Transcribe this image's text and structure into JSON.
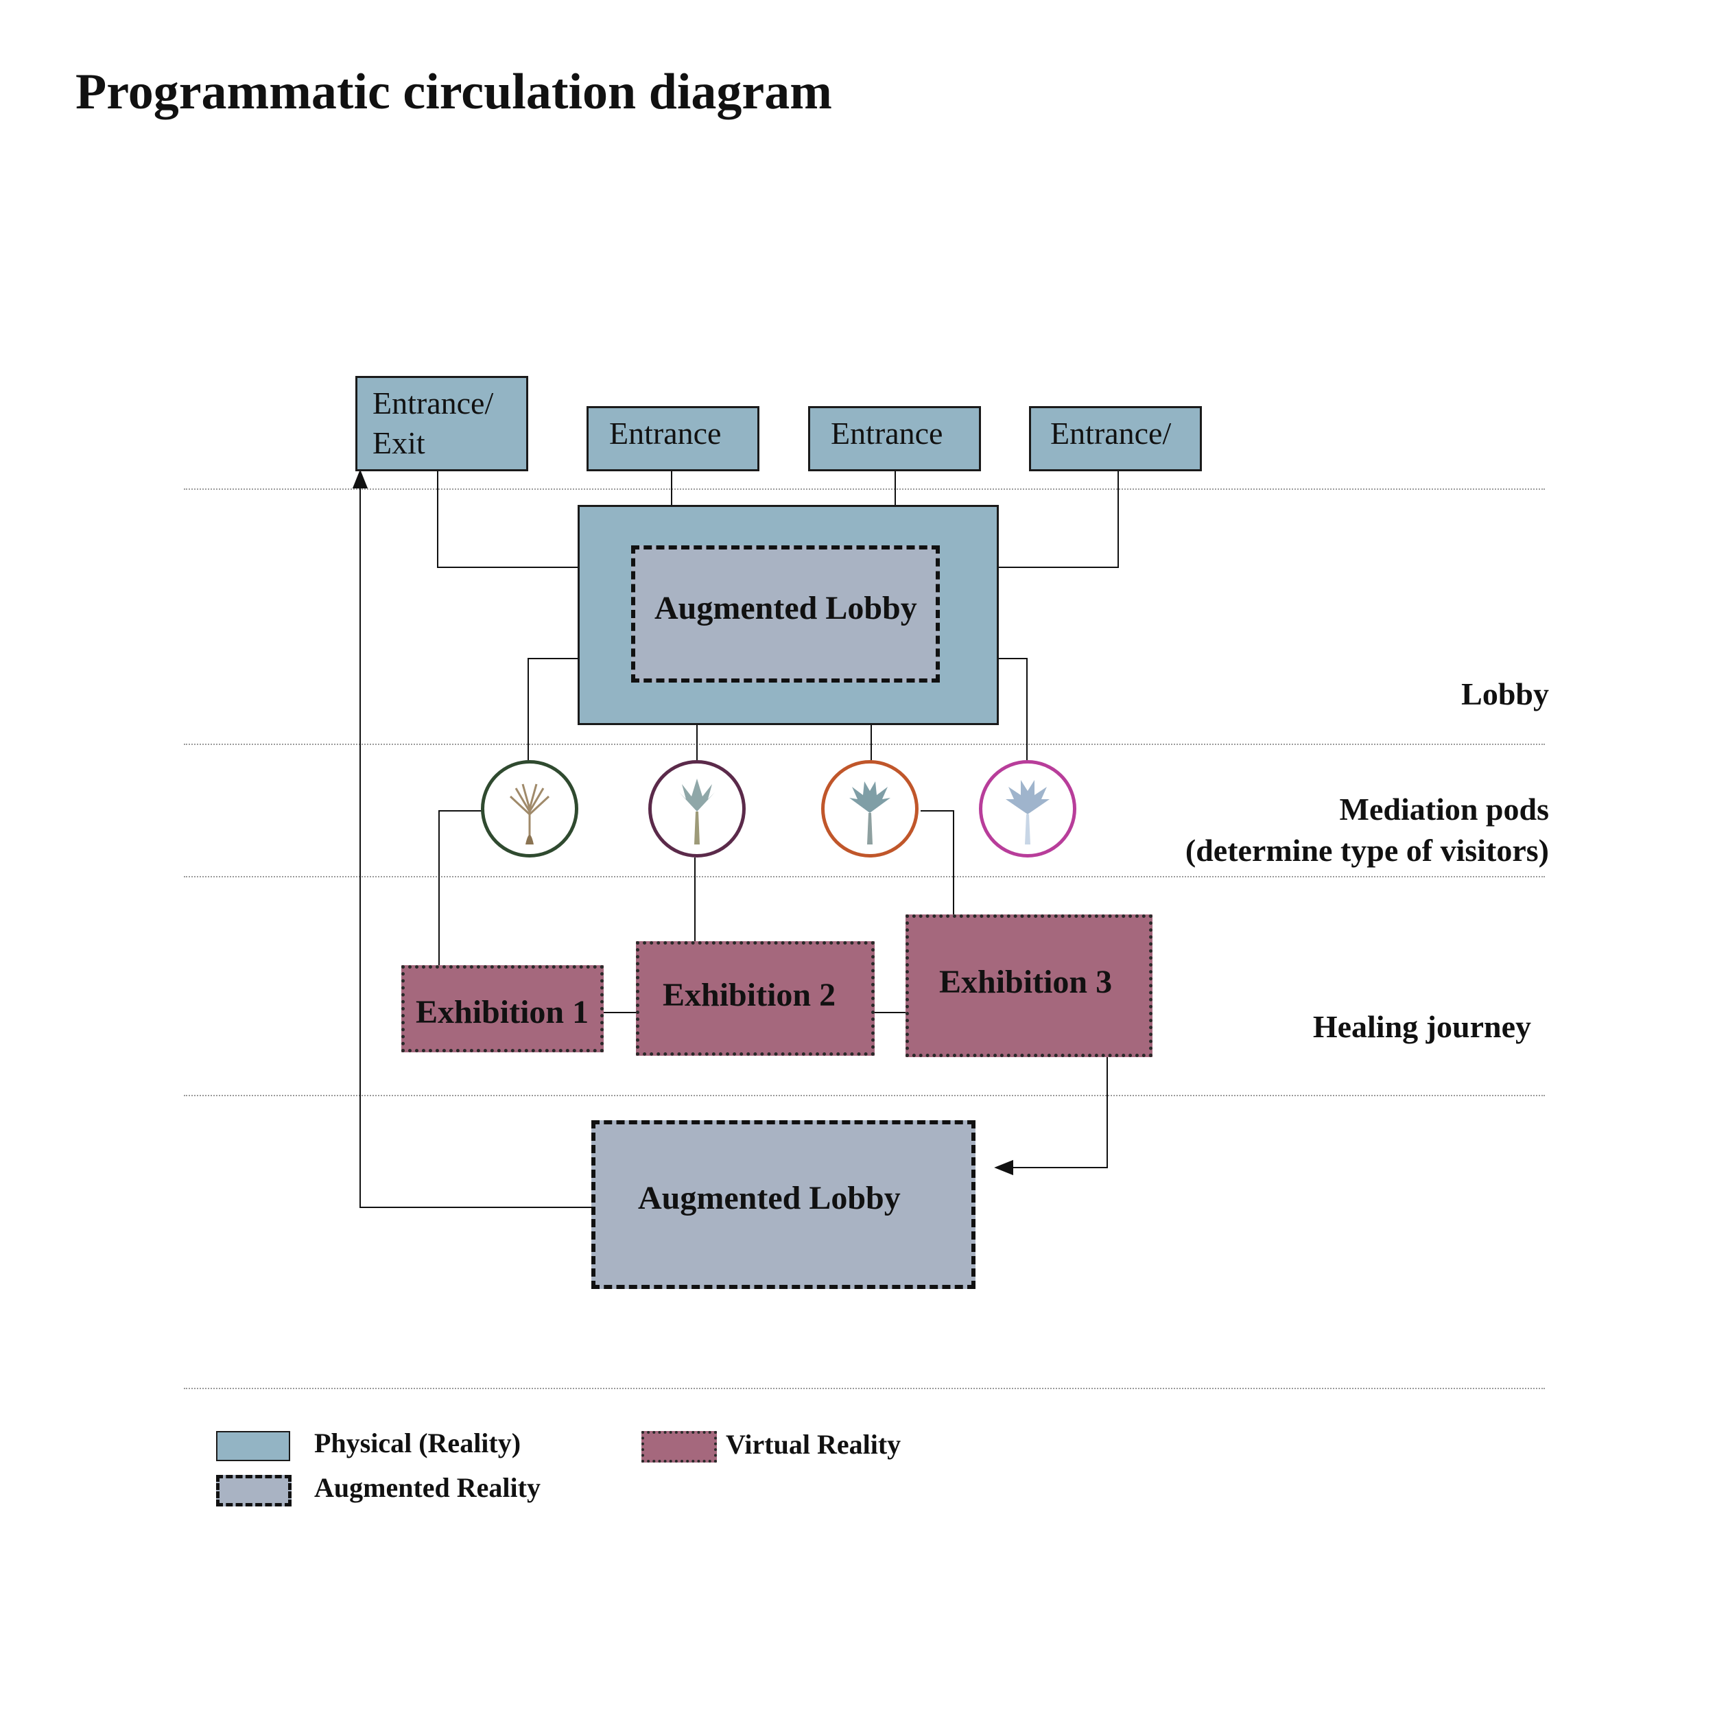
{
  "title": "Programmatic circulation diagram",
  "entrances": [
    {
      "line1": "Entrance/",
      "line2": "Exit"
    },
    {
      "line1": "Entrance",
      "line2": ""
    },
    {
      "line1": "Entrance",
      "line2": ""
    },
    {
      "line1": "Entrance/",
      "line2": ""
    }
  ],
  "lobby_top": {
    "label": "Augmented Lobby"
  },
  "lobby_bottom": {
    "label": "Augmented Lobby"
  },
  "exhibitions": [
    {
      "label": "Exhibition 1"
    },
    {
      "label": "Exhibition 2"
    },
    {
      "label": "Exhibition 3"
    }
  ],
  "zones": {
    "lobby": "Lobby",
    "mediation_line1": "Mediation pods",
    "mediation_line2": "(determine type of visitors)",
    "healing": "Healing journey"
  },
  "pods": [
    {
      "icon": "tree-icon",
      "color": "#2f4a2f"
    },
    {
      "icon": "tree-icon",
      "color": "#5b2a4a"
    },
    {
      "icon": "tree-icon",
      "color": "#c0562a"
    },
    {
      "icon": "tree-icon",
      "color": "#b83d9a"
    }
  ],
  "legend": {
    "physical": "Physical (Reality)",
    "augmented": "Augmented Reality",
    "virtual": "Virtual Reality"
  },
  "colors": {
    "physical": "#93b4c4",
    "augmented": "#a9b3c3",
    "virtual": "#a5687d"
  }
}
